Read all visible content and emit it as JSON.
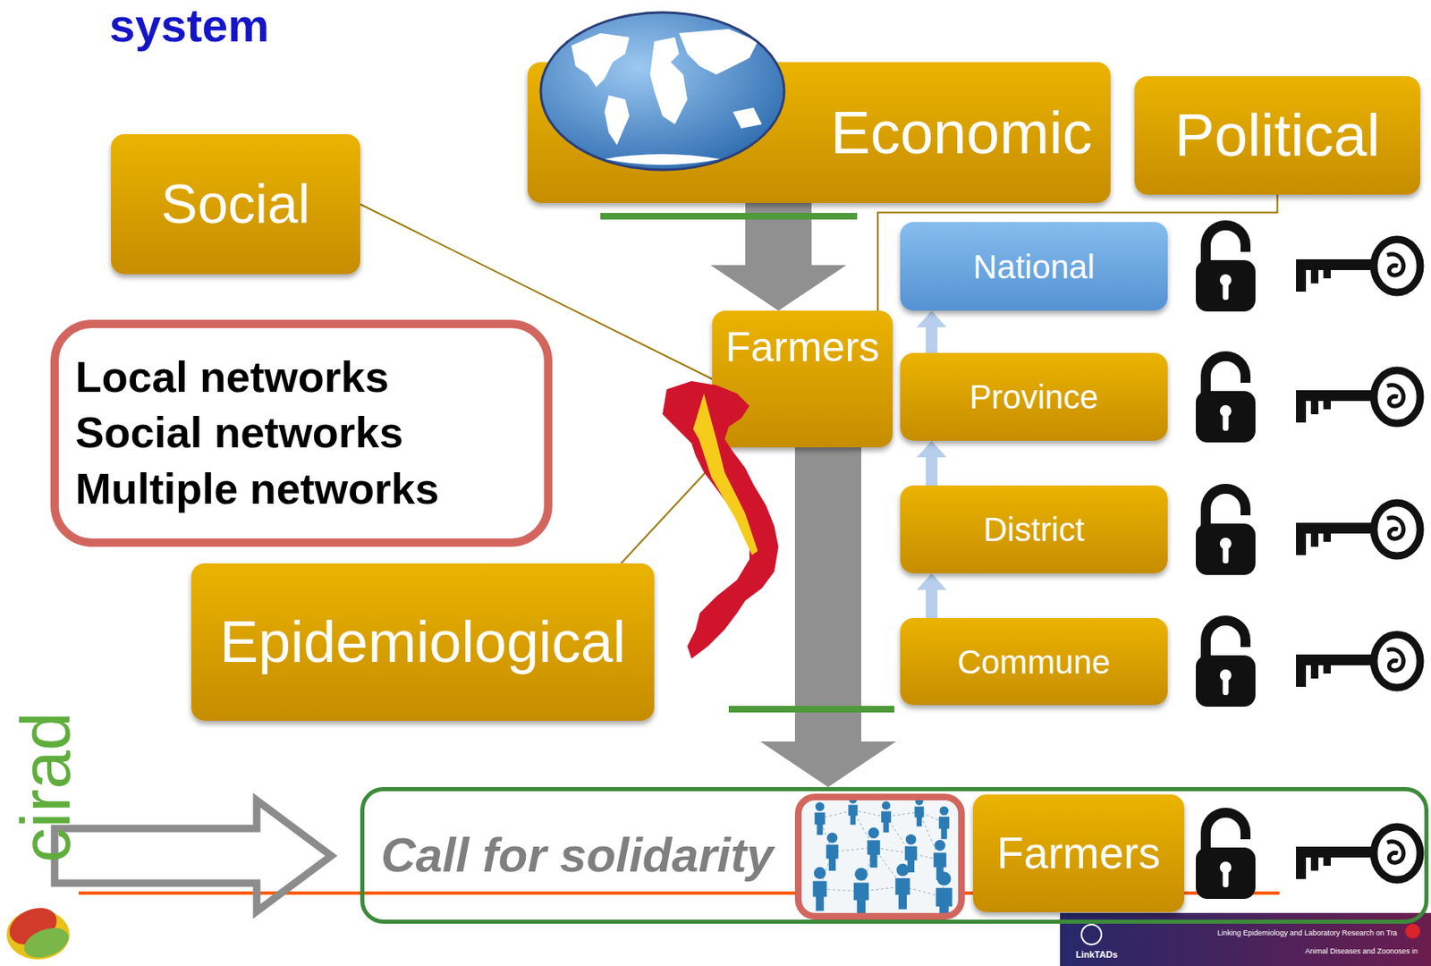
{
  "diagram": {
    "title": "system",
    "nodes": [
      {
        "text": [
          "Economic"
        ]
      },
      {
        "text": [
          "Political"
        ]
      },
      {
        "text": [
          "Social"
        ]
      },
      {
        "text": [
          "National"
        ]
      },
      {
        "text": [
          "Farmers"
        ]
      },
      {
        "text": [
          "Local networks",
          "Social networks",
          "Multiple networks"
        ]
      },
      {
        "text": [
          "Province"
        ]
      },
      {
        "text": [
          "District"
        ]
      },
      {
        "text": [
          "Epidemiological"
        ]
      },
      {
        "text": [
          "Commune"
        ]
      },
      {
        "text": [
          "Call for solidarity"
        ]
      },
      {
        "text": [
          "Farmers"
        ],
        "in": 10
      }
    ],
    "edges": [
      {
        "from": 0,
        "to": 4,
        "arrow": "to"
      },
      {
        "from": 2,
        "to": 4,
        "arrow": "none"
      },
      {
        "from": 1,
        "to": 4,
        "arrow": "none"
      },
      {
        "from": 8,
        "to": 4,
        "arrow": "none"
      },
      {
        "from": 4,
        "to": 10,
        "arrow": "to"
      },
      {
        "from": 9,
        "to": 7,
        "arrow": "to"
      },
      {
        "from": 7,
        "to": 6,
        "arrow": "to"
      },
      {
        "from": 6,
        "to": 3,
        "arrow": "to"
      }
    ],
    "labels": [
      "cirad",
      "LinkTADs",
      "Linking Epidemiology and Laboratory Research on Tra",
      "Animal Diseases and Zoonoses in"
    ]
  }
}
